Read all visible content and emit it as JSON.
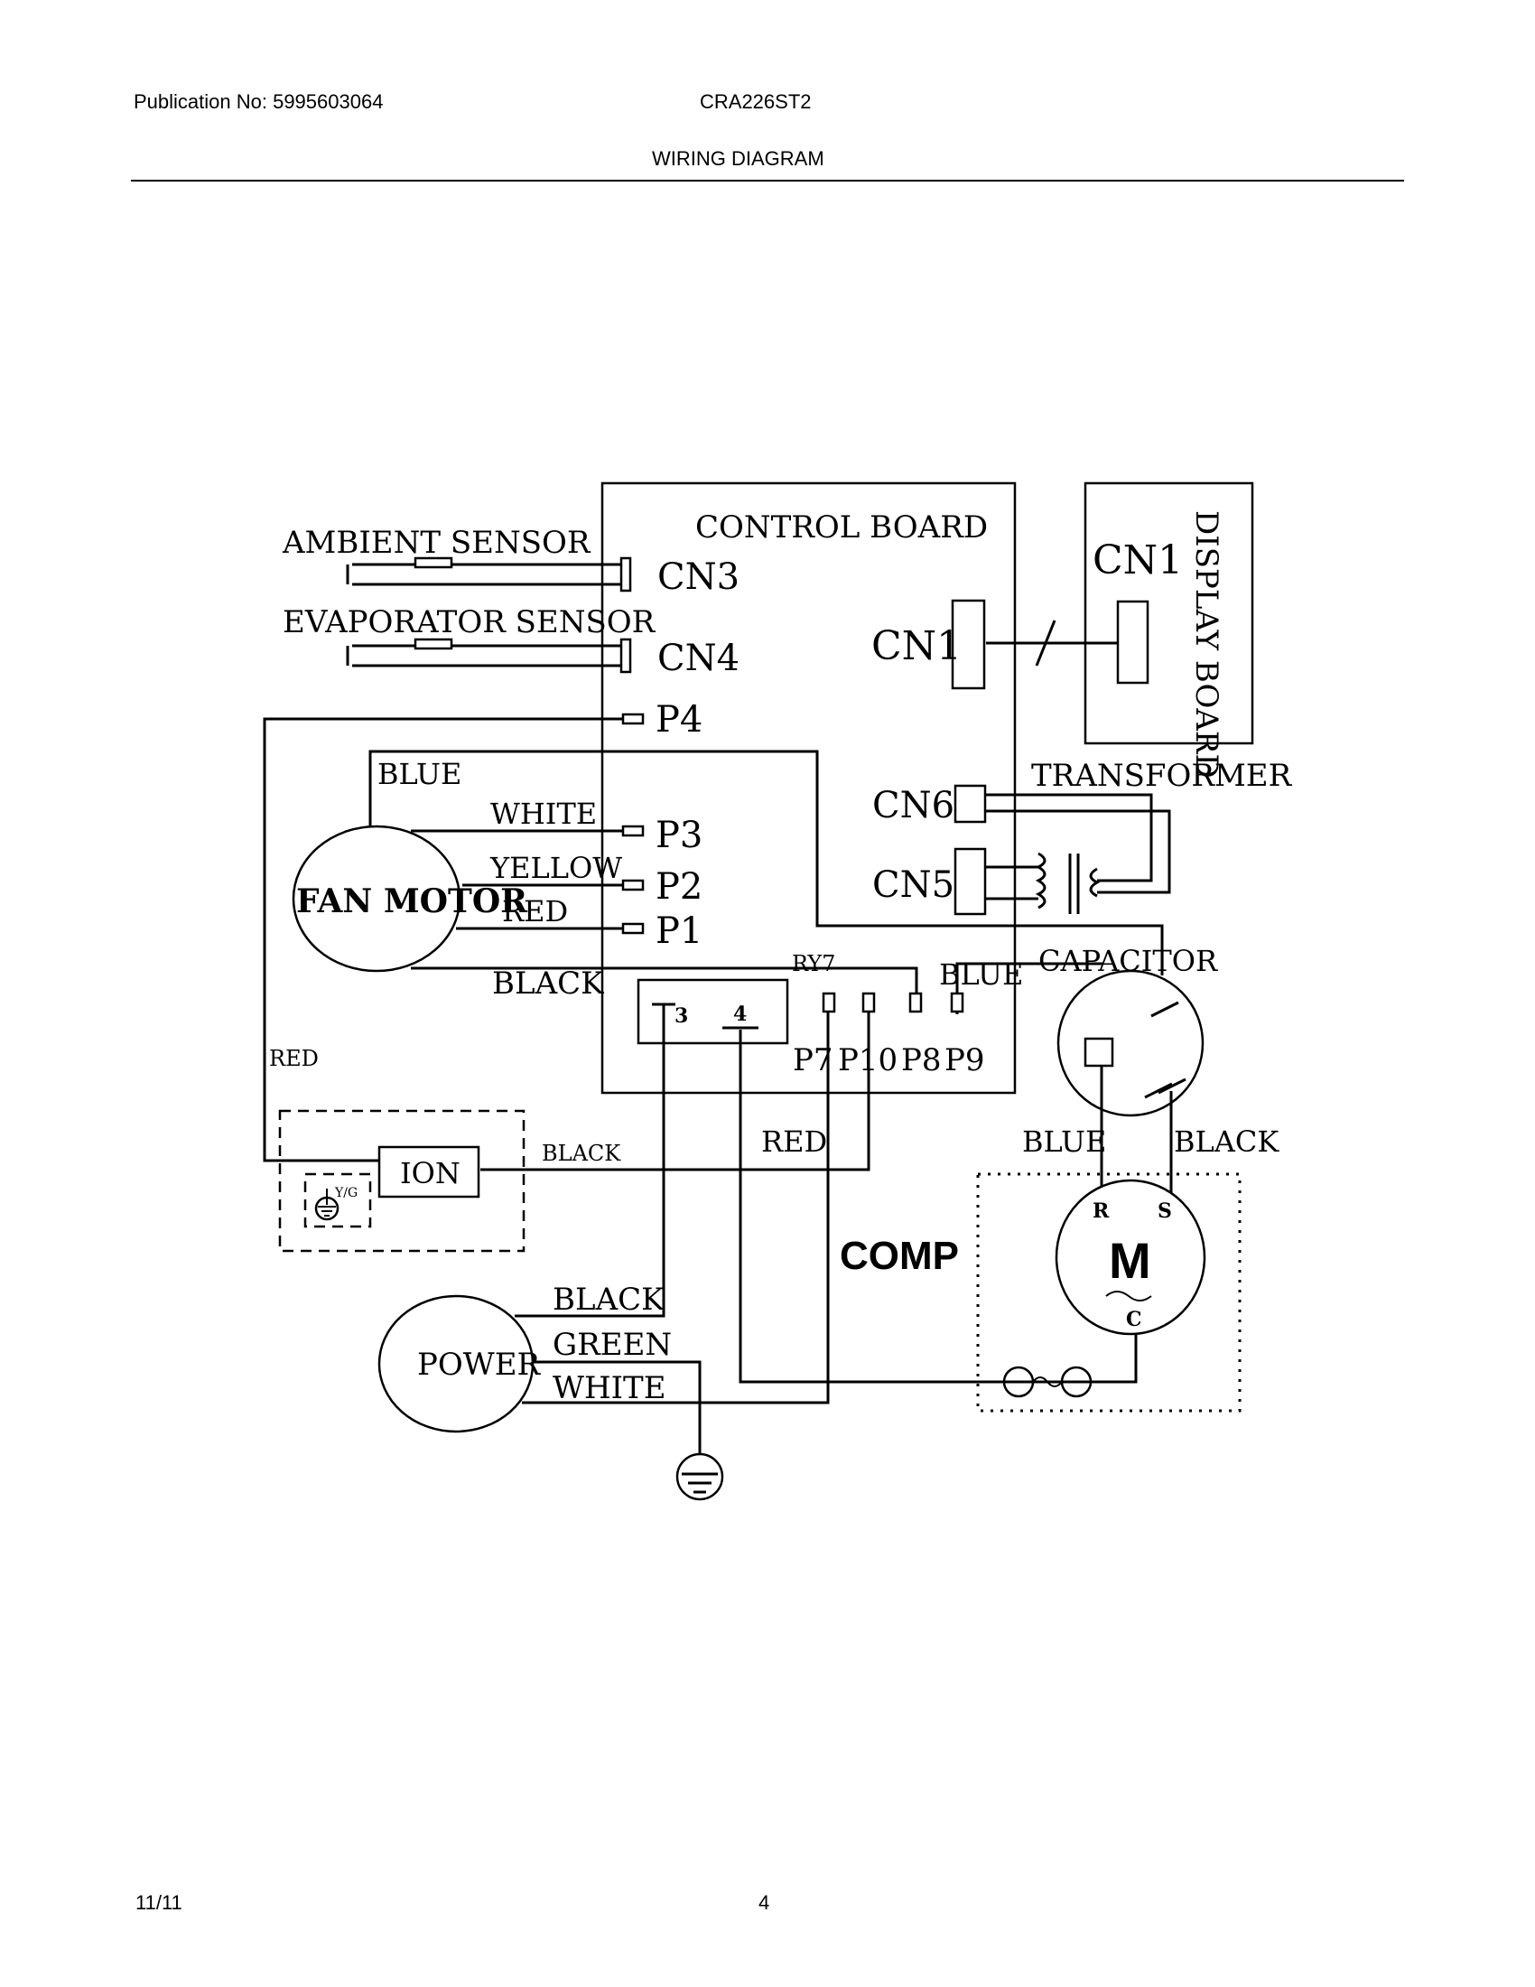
{
  "header": {
    "publication": "Publication No: 5995603064",
    "model": "CRA226ST2",
    "title": "WIRING DIAGRAM"
  },
  "footer": {
    "date": "11/11",
    "page": "4"
  },
  "diagram": {
    "control_board": "CONTROL BOARD",
    "display_board": "DISPLAY BOARD",
    "connectors": {
      "cn1_control": "CN1",
      "cn1_display": "CN1",
      "cn3": "CN3",
      "cn4": "CN4",
      "cn5": "CN5",
      "cn6": "CN6",
      "p1": "P1",
      "p2": "P2",
      "p3": "P3",
      "p4": "P4",
      "p7": "P7",
      "p8": "P8",
      "p9": "P9",
      "p10": "P10"
    },
    "relay": {
      "name": "RY7",
      "pin_3": "3",
      "pin_4": "4"
    },
    "components": {
      "ambient_sensor": "AMBIENT SENSOR",
      "evaporator_sensor": "EVAPORATOR SENSOR",
      "fan_motor": "FAN MOTOR",
      "transformer": "TRANSFORMER",
      "capacitor": "CAPACITOR",
      "ion": "ION",
      "ion_ground": "Y/G",
      "power": "POWER",
      "comp": "COMP",
      "motor": "M",
      "motor_r": "R",
      "motor_s": "S",
      "motor_c": "C"
    },
    "wire_labels": {
      "fan_blue": "BLUE",
      "fan_white": "WHITE",
      "fan_yellow": "YELLOW",
      "fan_red": "RED",
      "fan_black": "BLACK",
      "p9_blue": "BLUE",
      "ion_red": "RED",
      "ion_black": "BLACK",
      "relay_red": "RED",
      "comp_blue": "BLUE",
      "comp_black": "BLACK",
      "power_black": "BLACK",
      "power_green": "GREEN",
      "power_white": "WHITE"
    }
  }
}
